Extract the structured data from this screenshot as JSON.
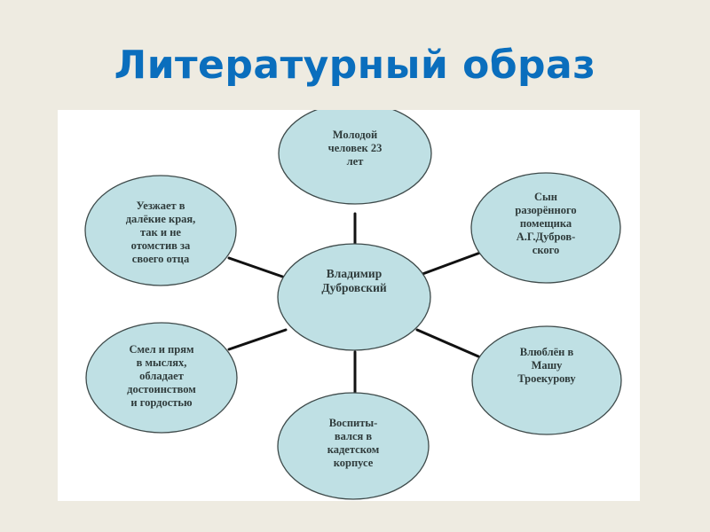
{
  "slide": {
    "title": "Литературный образ",
    "colors": {
      "background": "#EEEBE1",
      "title": "#0A6EBD",
      "node_fill": "#BFE0E4",
      "node_stroke": "#3E4A4A",
      "connector": "#111111",
      "text": "#2F3B3B"
    }
  },
  "diagram": {
    "center": {
      "label": "Владимир\nДубровский"
    },
    "nodes": [
      {
        "id": "top",
        "label": "Молодой\nчеловек 23\nлет"
      },
      {
        "id": "top-right",
        "label": "Сын\nразорённого\nпомещика\nА.Г.Дубров-\nского"
      },
      {
        "id": "bottom-right",
        "label": "Влюблён в\nМашу\nТроекурову"
      },
      {
        "id": "bottom",
        "label": "Воспиты-\nвался в\nкадетском\nкорпусе"
      },
      {
        "id": "bottom-left",
        "label": "Смел и прям\nв мыслях,\nобладает\nдостоинством\nи гордостью"
      },
      {
        "id": "top-left",
        "label": "Уезжает в\nдалёкие края,\nтак и не\nотомстив за\nсвоего отца"
      }
    ]
  }
}
